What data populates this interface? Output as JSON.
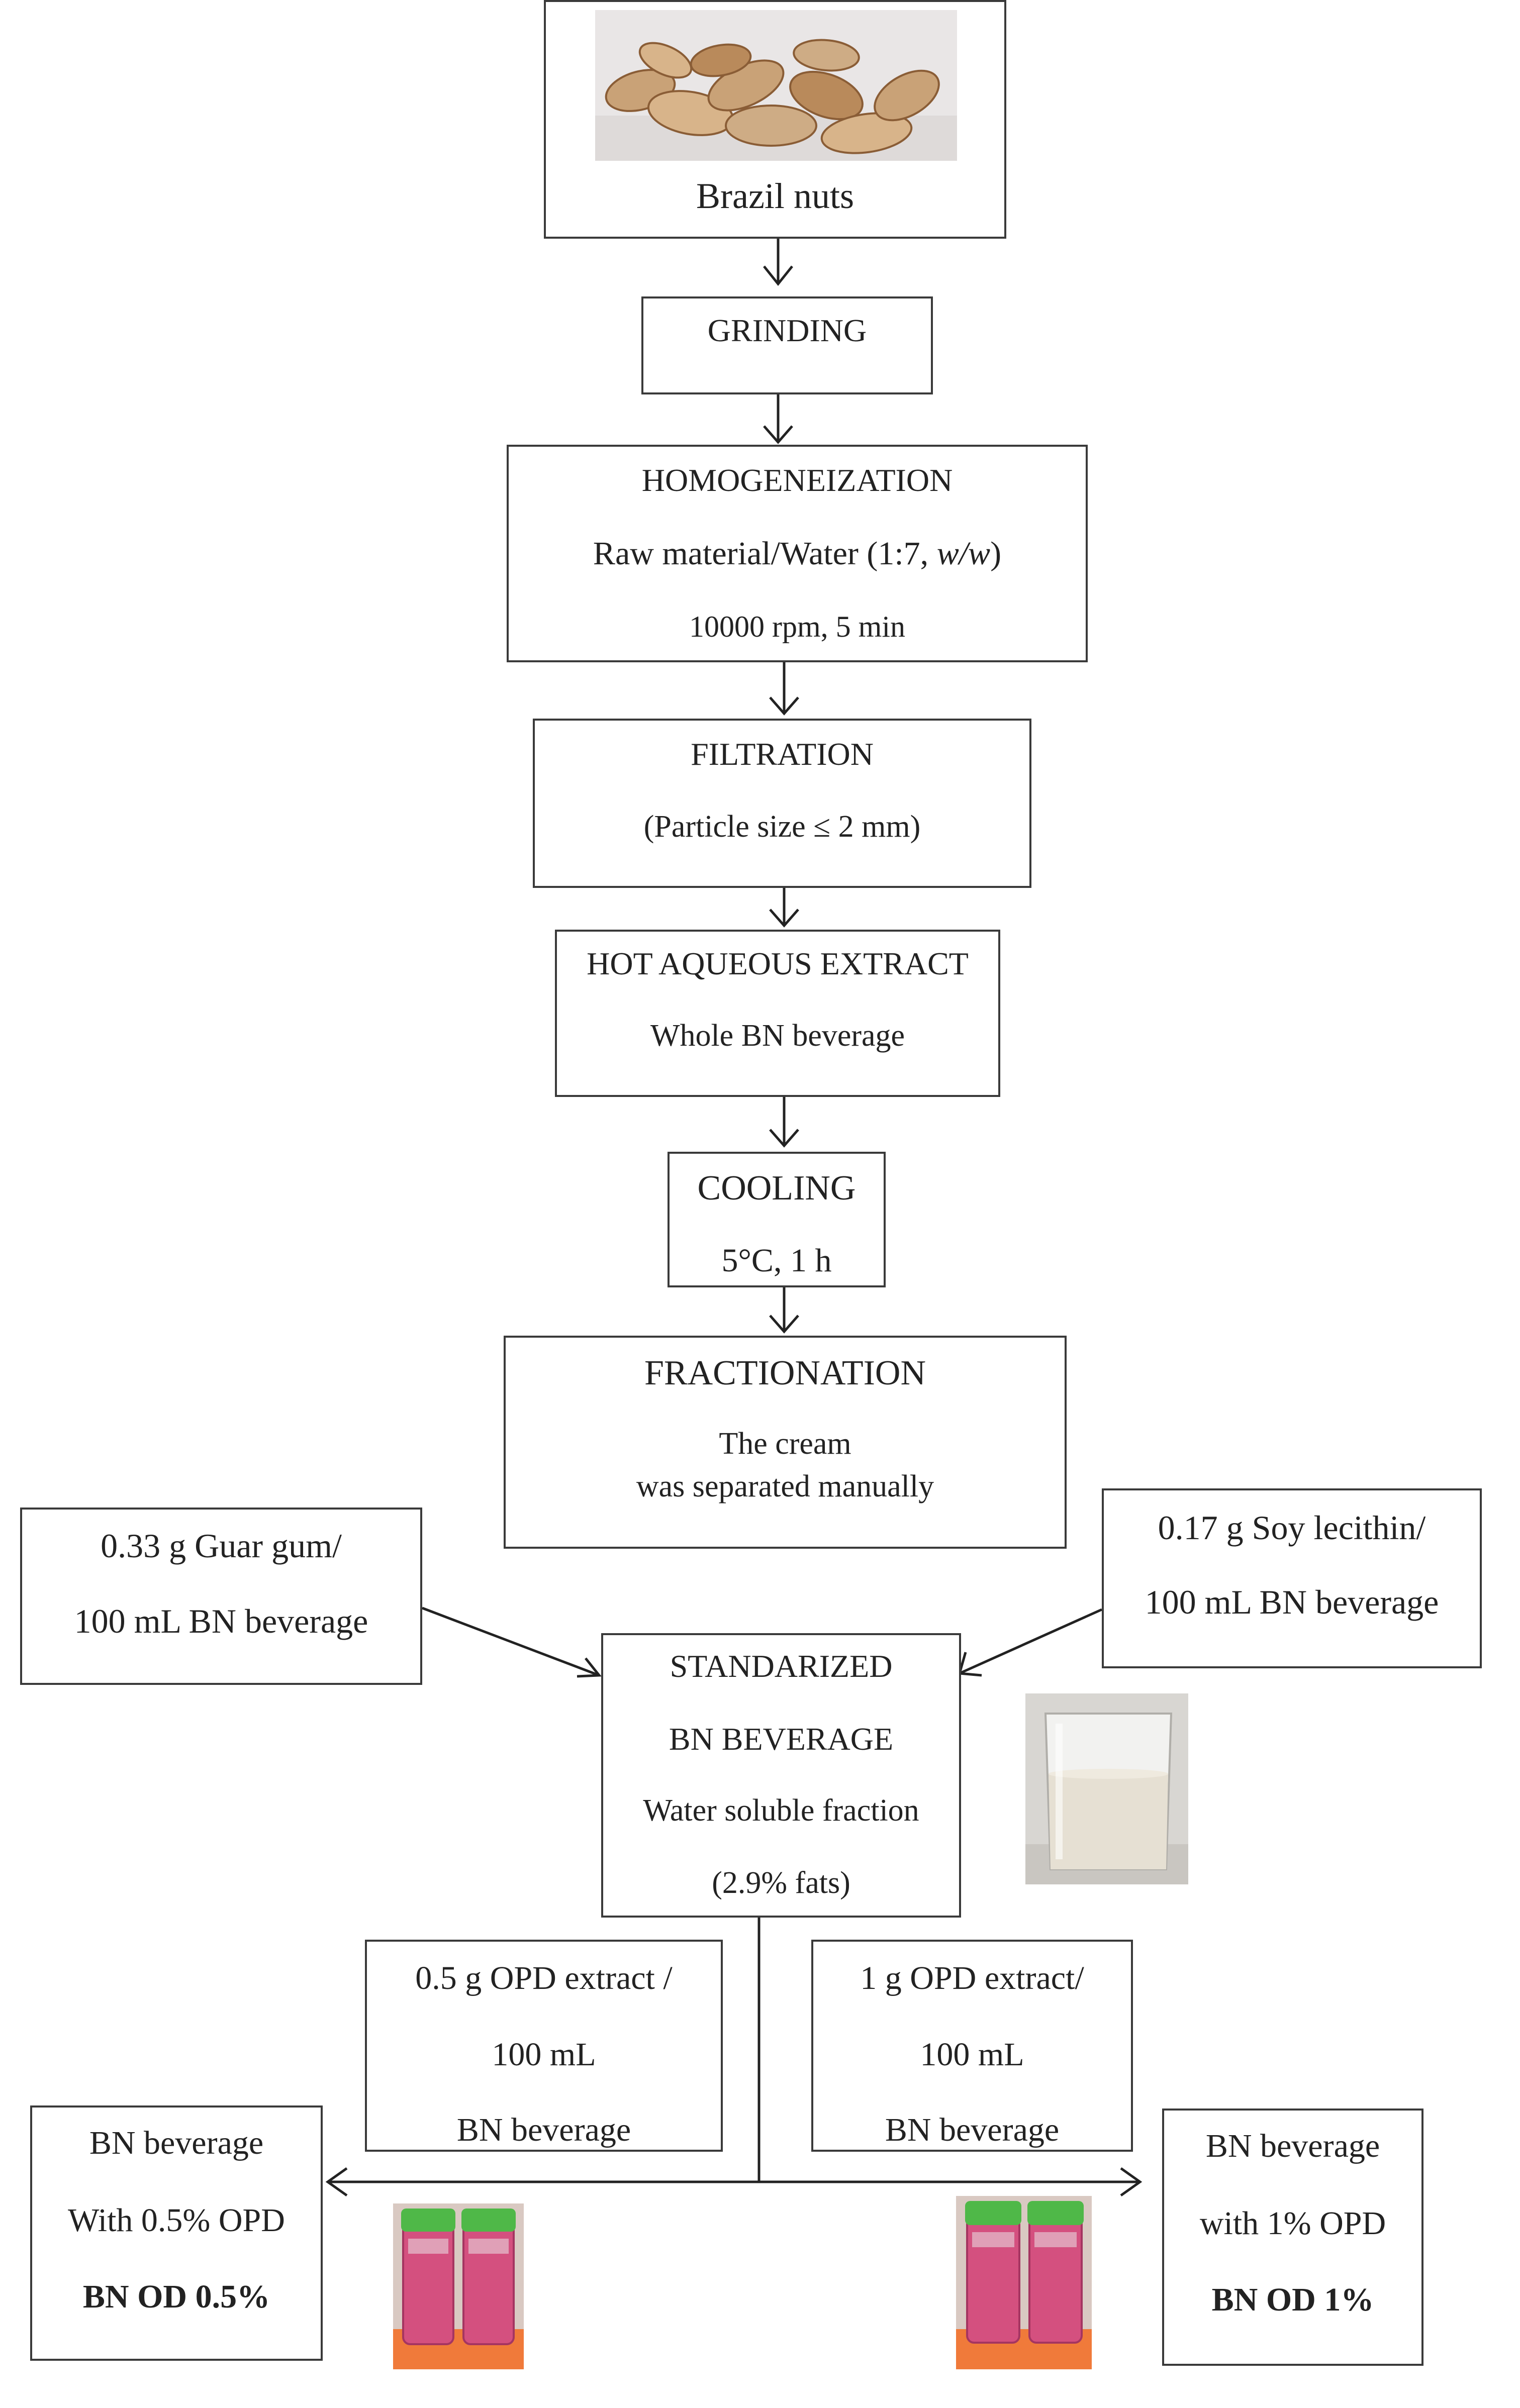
{
  "start": {
    "label": "Brazil nuts",
    "photo_icon": "brazil-nuts-photo"
  },
  "grinding": {
    "title": "GRINDING"
  },
  "homogenization": {
    "title": "HOMOGENEIZATION",
    "line1_text": "Raw material/Water (1:7, ",
    "line1_italic": "w/w",
    "line1_close": ")",
    "line2": "10000 rpm, 5 min"
  },
  "filtration": {
    "title": "FILTRATION",
    "detail": "(Particle size ≤ 2 mm)"
  },
  "extract": {
    "title": "HOT AQUEOUS EXTRACT",
    "detail": "Whole BN beverage"
  },
  "cooling": {
    "title": "COOLING",
    "detail": "5°C, 1 h"
  },
  "fractionation": {
    "title": "FRACTIONATION",
    "line1": "The cream",
    "line2": "was separated manually"
  },
  "guar": {
    "line1": "0.33 g Guar gum/",
    "line2": "100 mL BN beverage"
  },
  "soy": {
    "line1": "0.17 g Soy lecithin/",
    "line2": "100 mL BN beverage"
  },
  "standardized": {
    "line1": "STANDARIZED",
    "line2": "BN BEVERAGE",
    "line3": "Water soluble fraction",
    "line4": "(2.9% fats)",
    "photo_icon": "beaker-photo"
  },
  "opd_half": {
    "line1": "0.5 g OPD extract /",
    "line2": "100 mL",
    "line3": "BN beverage"
  },
  "opd_one": {
    "line1": "1 g OPD extract/",
    "line2": "100 mL",
    "line3": "BN beverage"
  },
  "result_half": {
    "line1": "BN beverage",
    "line2": "With 0.5% OPD",
    "line3": "BN OD 0.5%",
    "photo_icon": "sample-tubes-photo"
  },
  "result_one": {
    "line1": "BN beverage",
    "line2": "with 1% OPD",
    "line3": "BN OD 1%",
    "photo_icon": "sample-tubes-photo"
  },
  "colors": {
    "border": "#3a3a3a",
    "nut": "#c9a277",
    "beaker_liquid": "#e6e0d3",
    "tube_liquid": "#d4507f",
    "tube_cap": "#4fb848",
    "tray": "#f07a3a"
  }
}
